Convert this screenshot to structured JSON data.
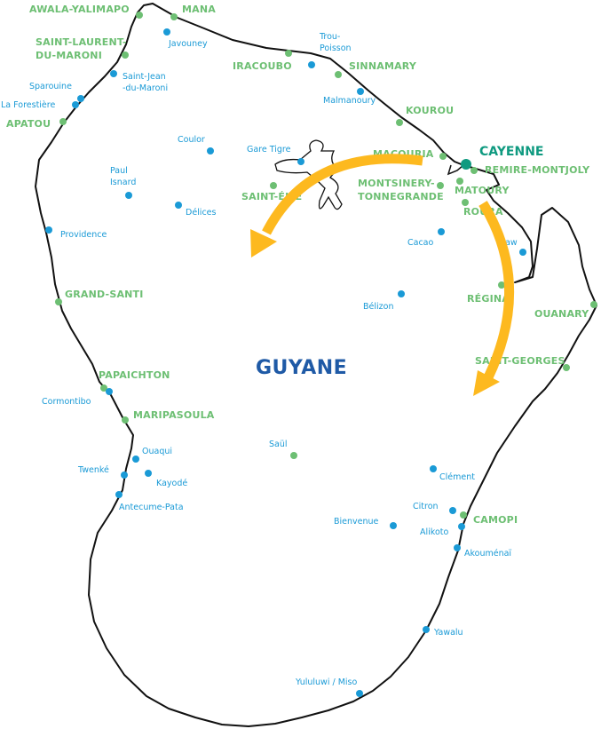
{
  "title": "GUYANE",
  "colors": {
    "commune": "#6dbf73",
    "village": "#1a9ad6",
    "capital": "#0f9a80",
    "arrow": "#fdb91f",
    "title": "#1f5aa6"
  },
  "places": [
    {
      "name": "AWALA-YALIMAPO",
      "type": "commune"
    },
    {
      "name": "MANA",
      "type": "commune"
    },
    {
      "name": "SAINT-LAURENT-\nDU-MARONI",
      "type": "commune"
    },
    {
      "name": "IRACOUBO",
      "type": "commune"
    },
    {
      "name": "SINNAMARY",
      "type": "commune"
    },
    {
      "name": "KOUROU",
      "type": "commune"
    },
    {
      "name": "APATOU",
      "type": "commune"
    },
    {
      "name": "MACOURIA",
      "type": "commune"
    },
    {
      "name": "CAYENNE",
      "type": "capital"
    },
    {
      "name": "REMIRE-MONTJOLY",
      "type": "commune"
    },
    {
      "name": "MONTSINERY-\nTONNEGRANDE",
      "type": "commune"
    },
    {
      "name": "MATOURY",
      "type": "commune"
    },
    {
      "name": "SAINT-ÉLIE",
      "type": "commune"
    },
    {
      "name": "ROURA",
      "type": "commune"
    },
    {
      "name": "RÉGINA",
      "type": "commune"
    },
    {
      "name": "OUANARY",
      "type": "commune"
    },
    {
      "name": "SAINT-GEORGES",
      "type": "commune"
    },
    {
      "name": "GRAND-SANTI",
      "type": "commune"
    },
    {
      "name": "PAPAICHTON",
      "type": "commune"
    },
    {
      "name": "MARIPASOULA",
      "type": "commune"
    },
    {
      "name": "Saül",
      "type": "commune-small"
    },
    {
      "name": "CAMOPI",
      "type": "commune"
    },
    {
      "name": "Javouney",
      "type": "village"
    },
    {
      "name": "Saint-Jean\n-du-Maroni",
      "type": "village"
    },
    {
      "name": "Sparouine",
      "type": "village"
    },
    {
      "name": "La Forestière",
      "type": "village"
    },
    {
      "name": "Coulor",
      "type": "village"
    },
    {
      "name": "Gare Tigre",
      "type": "village"
    },
    {
      "name": "Paul\nIsnard",
      "type": "village"
    },
    {
      "name": "Délices",
      "type": "village"
    },
    {
      "name": "Providence",
      "type": "village"
    },
    {
      "name": "Trou-\nPoisson",
      "type": "village"
    },
    {
      "name": "Malmanoury",
      "type": "village"
    },
    {
      "name": "Cacao",
      "type": "village"
    },
    {
      "name": "Kaw",
      "type": "village"
    },
    {
      "name": "Bélizon",
      "type": "village"
    },
    {
      "name": "Cormontibo",
      "type": "village"
    },
    {
      "name": "Ouaqui",
      "type": "village"
    },
    {
      "name": "Twenké",
      "type": "village"
    },
    {
      "name": "Kayodé",
      "type": "village"
    },
    {
      "name": "Antecume-Pata",
      "type": "village"
    },
    {
      "name": "Clément",
      "type": "village"
    },
    {
      "name": "Citron",
      "type": "village"
    },
    {
      "name": "Bienvenue",
      "type": "village"
    },
    {
      "name": "Alikoto",
      "type": "village"
    },
    {
      "name": "Akouménaï",
      "type": "village"
    },
    {
      "name": "Yawalu",
      "type": "village"
    },
    {
      "name": "Yululuwi / Miso",
      "type": "village"
    }
  ]
}
